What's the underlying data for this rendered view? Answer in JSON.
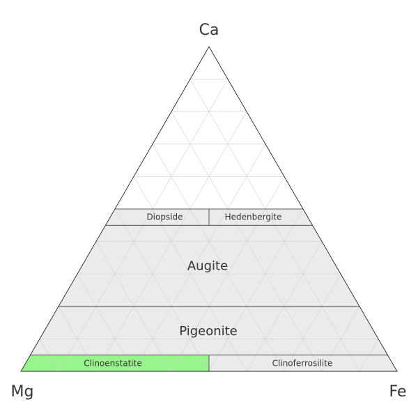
{
  "vertices": {
    "top": "Ca",
    "left": "Mg",
    "right": "Fe"
  },
  "regions": [
    {
      "id": "diopside",
      "label": "Diopside",
      "fill": "#ebebeb",
      "highlight": false
    },
    {
      "id": "hedenbergite",
      "label": "Hedenbergite",
      "fill": "#ebebeb",
      "highlight": false
    },
    {
      "id": "augite",
      "label": "Augite",
      "fill": "#ebebeb",
      "highlight": false
    },
    {
      "id": "pigeonite",
      "label": "Pigeonite",
      "fill": "#ebebeb",
      "highlight": false
    },
    {
      "id": "clinoenstatite",
      "label": "Clinoenstatite",
      "fill": "#98f58e",
      "highlight": true
    },
    {
      "id": "clinoferrosilite",
      "label": "Clinoferrosilite",
      "fill": "#ebebeb",
      "highlight": false
    }
  ],
  "colors": {
    "region_fill": "#ebebeb",
    "highlight_fill": "#98f58e",
    "grid": "#d0d0d0",
    "outline": "#222222"
  }
}
